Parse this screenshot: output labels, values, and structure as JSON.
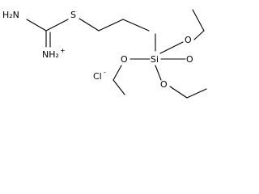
{
  "molecule": {
    "labels": {
      "amine": "H₂N",
      "iminium": "NH₂",
      "iminium_charge": "+",
      "sulfur": "S",
      "silicon": "Si",
      "oxygen_top_right": "O",
      "oxygen_left": "O",
      "oxygen_right": "O",
      "oxygen_bottom": "O",
      "chloride": "Cl",
      "chloride_charge": "-"
    }
  }
}
